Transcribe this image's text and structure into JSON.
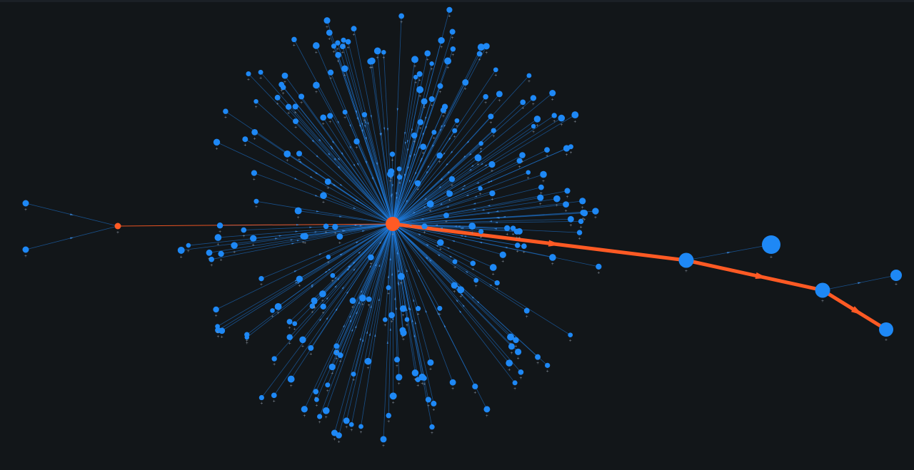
{
  "graph": {
    "background": "#121619",
    "colors": {
      "node_default": "#1e88f5",
      "node_highlight": "#ff5a24",
      "edge_default": "#1f7fe6",
      "edge_highlight": "#ff5a24",
      "label": "#8893a0"
    },
    "node_label_text": "+",
    "hub": {
      "id": "hub",
      "highlighted": true
    },
    "spokes": {
      "count": 240,
      "highlighted": false
    },
    "side_nodes": [
      {
        "id": "left-upper",
        "highlighted": false
      },
      {
        "id": "left-lower",
        "highlighted": false
      },
      {
        "id": "left-connector",
        "highlighted": true
      },
      {
        "id": "path-node-1",
        "highlighted": false
      },
      {
        "id": "path-node-1-leaf",
        "highlighted": false
      },
      {
        "id": "path-node-2",
        "highlighted": false
      },
      {
        "id": "path-node-2-leaf",
        "highlighted": false
      },
      {
        "id": "path-end",
        "highlighted": false
      }
    ],
    "edges": [
      {
        "from": "left-upper",
        "to": "left-connector",
        "highlighted": false
      },
      {
        "from": "left-lower",
        "to": "left-connector",
        "highlighted": false
      },
      {
        "from": "left-connector",
        "to": "hub",
        "highlighted": true,
        "thin": true
      },
      {
        "from": "hub",
        "to": "path-node-1",
        "highlighted": true
      },
      {
        "from": "path-node-1",
        "to": "path-node-1-leaf",
        "highlighted": false
      },
      {
        "from": "path-node-1",
        "to": "path-node-2",
        "highlighted": true
      },
      {
        "from": "path-node-2",
        "to": "path-node-2-leaf",
        "highlighted": false
      },
      {
        "from": "path-node-2",
        "to": "path-end",
        "highlighted": true
      }
    ]
  }
}
